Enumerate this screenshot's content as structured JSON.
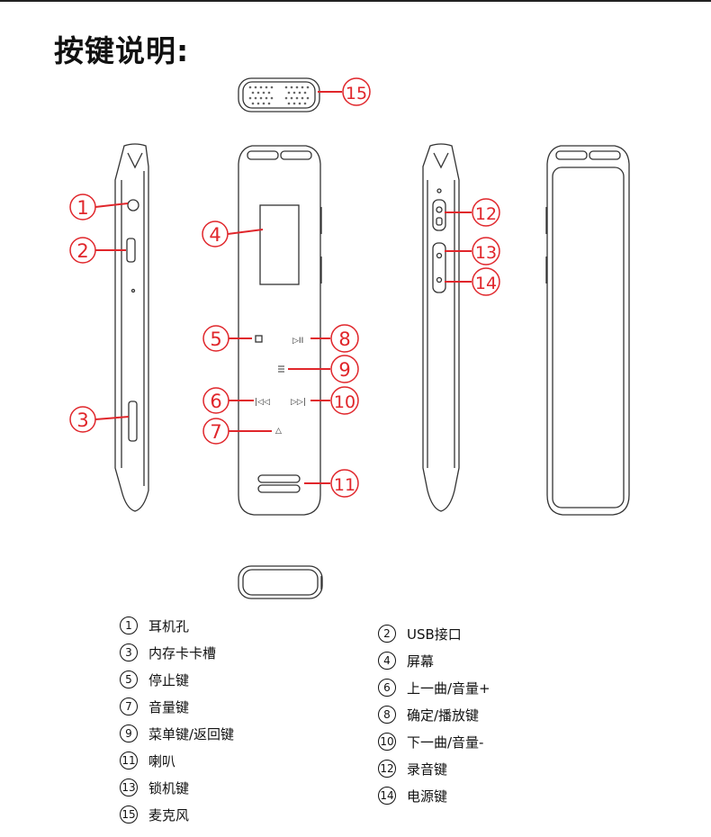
{
  "title": "按键说明:",
  "callouts": [
    "1",
    "2",
    "3",
    "4",
    "5",
    "6",
    "7",
    "8",
    "9",
    "10",
    "11",
    "12",
    "13",
    "14",
    "15"
  ],
  "legend_left": [
    {
      "num": "1",
      "label": "耳机孔"
    },
    {
      "num": "3",
      "label": "内存卡卡槽"
    },
    {
      "num": "5",
      "label": "停止键"
    },
    {
      "num": "7",
      "label": "音量键"
    },
    {
      "num": "9",
      "label": "菜单键/返回键"
    },
    {
      "num": "11",
      "label": "喇叭"
    },
    {
      "num": "13",
      "label": "锁机键"
    },
    {
      "num": "15",
      "label": "麦克风"
    }
  ],
  "legend_right": [
    {
      "num": "2",
      "label": "USB接口"
    },
    {
      "num": "4",
      "label": "屏幕"
    },
    {
      "num": "6",
      "label": "上一曲/音量+"
    },
    {
      "num": "8",
      "label": "确定/播放键"
    },
    {
      "num": "10",
      "label": "下一曲/音量-"
    },
    {
      "num": "12",
      "label": "录音键"
    },
    {
      "num": "14",
      "label": "电源键"
    }
  ],
  "colors": {
    "callout": "#e0262b",
    "outline": "#333333"
  }
}
